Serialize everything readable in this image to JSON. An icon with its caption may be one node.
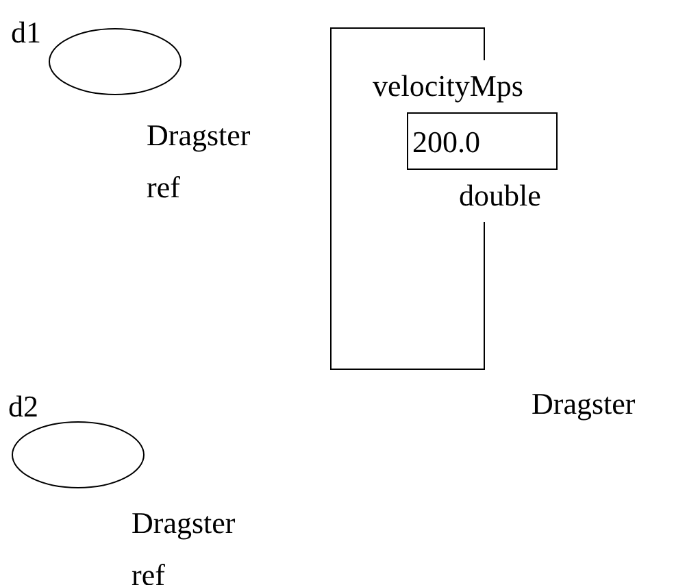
{
  "diagram": {
    "nodes": [
      {
        "text": [
          "d1"
        ],
        "beside": [
          "Dragster ref"
        ]
      },
      {
        "text": [],
        "shape": "box",
        "beside": [
          "Dragster"
        ]
      },
      {
        "text": [
          "200.0"
        ],
        "beside": [
          "velocityMps",
          "double"
        ]
      },
      {
        "text": [
          "d2"
        ],
        "beside": [
          "Dragster ref"
        ]
      }
    ]
  }
}
